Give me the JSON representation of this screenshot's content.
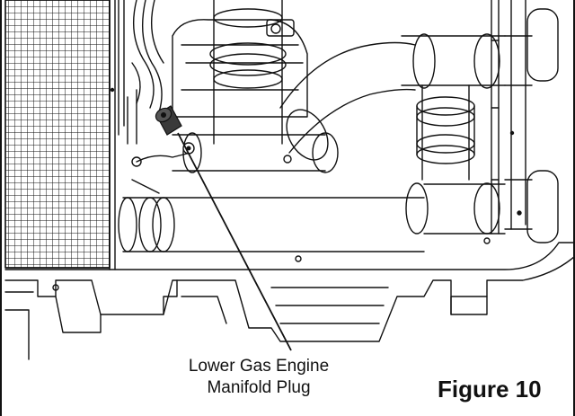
{
  "callout": {
    "line1": "Lower Gas Engine",
    "line2": "Manifold Plug"
  },
  "figure": {
    "label": "Figure 10"
  },
  "colors": {
    "line": "#111111",
    "plug": "#3a3a3a",
    "background": "#ffffff"
  }
}
